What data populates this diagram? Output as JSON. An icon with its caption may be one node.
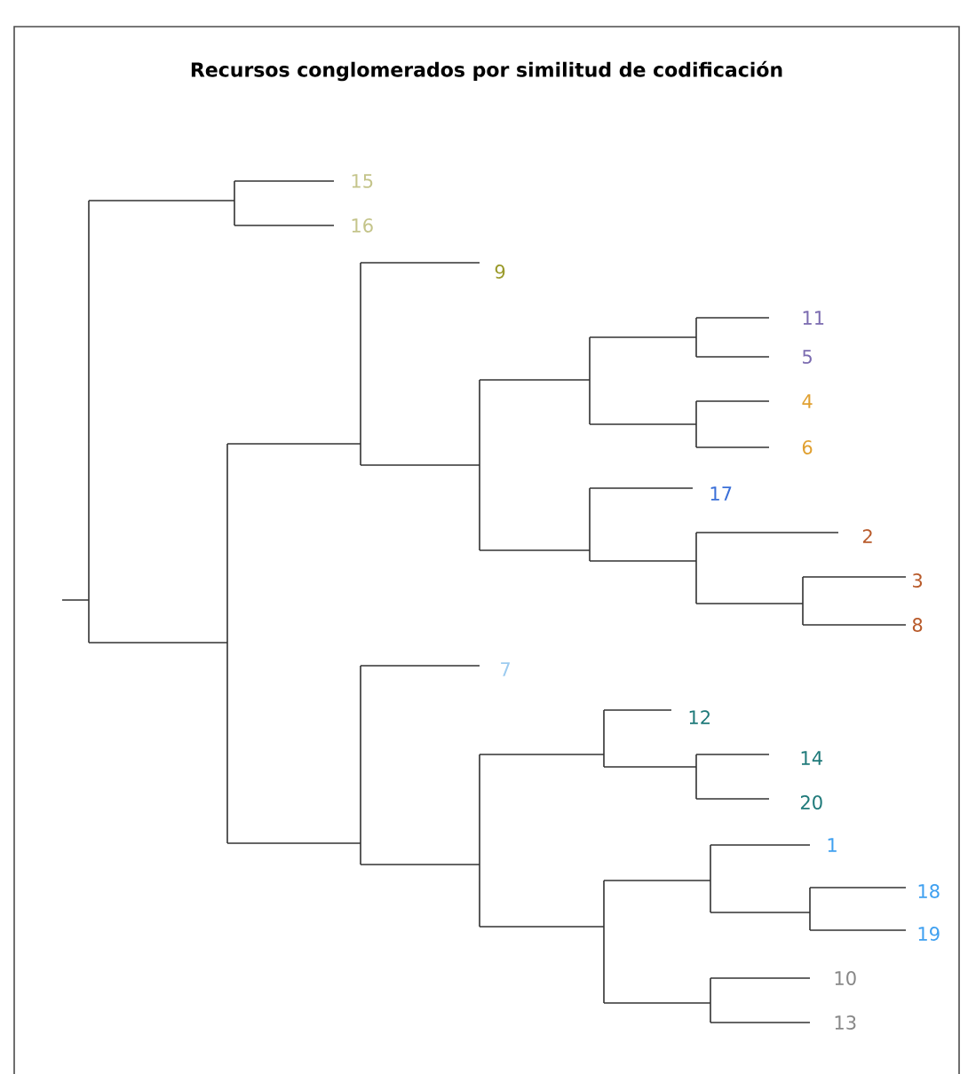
{
  "diagram": {
    "title": "Recursos conglomerados por similitud de codificación",
    "labels": [
      "15",
      "16",
      "9",
      "11",
      "5",
      "4",
      "6",
      "17",
      "2",
      "3",
      "8",
      "7",
      "12",
      "14",
      "20",
      "1",
      "18",
      "19",
      "10",
      "13"
    ]
  }
}
